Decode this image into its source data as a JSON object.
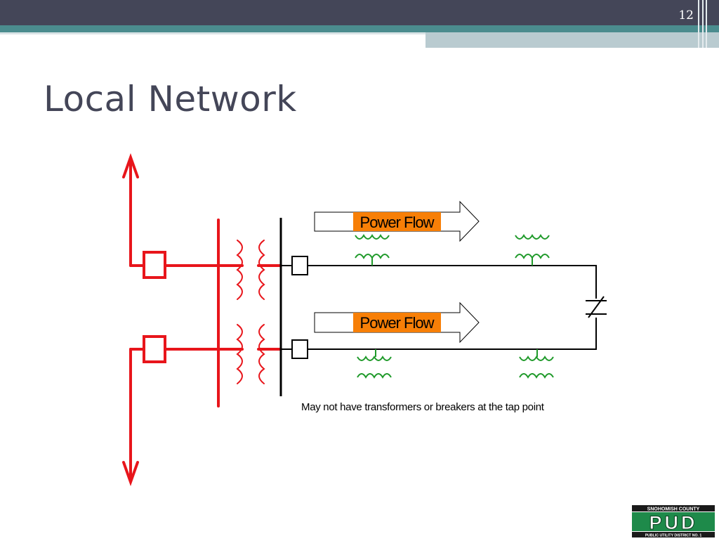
{
  "slide": {
    "number": "12",
    "title": "Local Network"
  },
  "diagram": {
    "flow_label_1": "Power Flow",
    "flow_label_2": "Power Flow",
    "note": "May not have transformers or breakers at the tap point",
    "colors": {
      "source": "#e8151b",
      "network": "#000000",
      "transformer": "#1f9a2a",
      "flow_label_bg": "#f77f07"
    }
  },
  "logo": {
    "top": "SNOHOMISH COUNTY",
    "main": "PUD",
    "bottom": "PUBLIC UTILITY DISTRICT NO. 1"
  }
}
